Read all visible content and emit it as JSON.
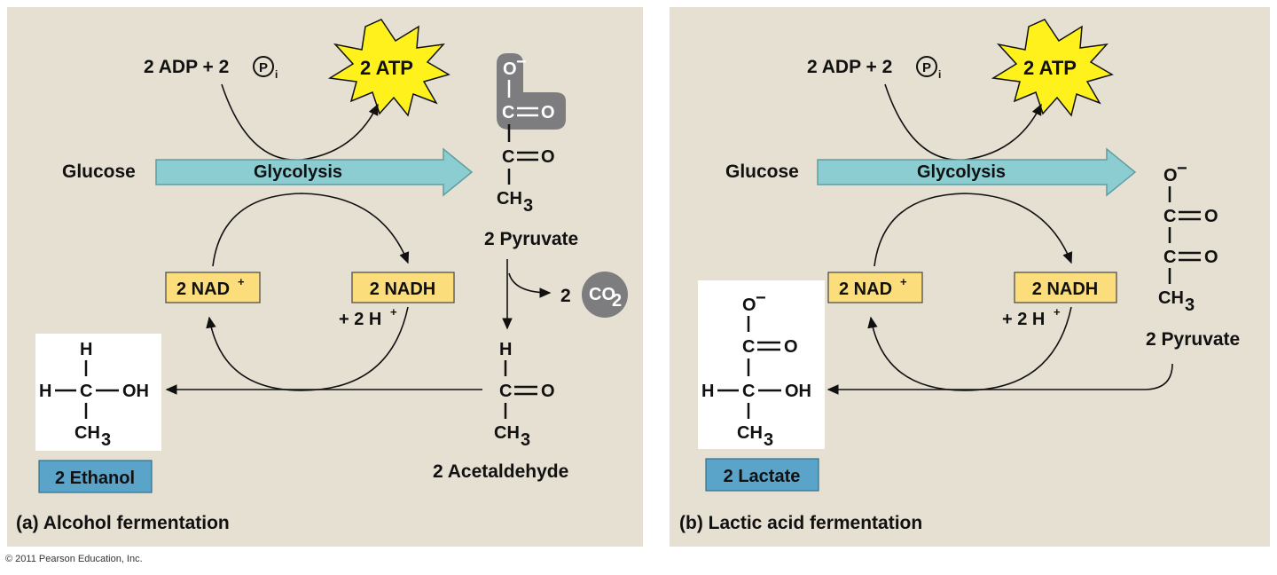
{
  "panel_a": {
    "adp_text": "2 ADP + 2",
    "pi_symbol": "P",
    "pi_subscript": "i",
    "atp": "2 ATP",
    "glucose": "Glucose",
    "glycolysis": "Glycolysis",
    "nad": "2 NAD",
    "nad_charge": "+",
    "nadh": "2 NADH",
    "h_plus": "+ 2 H",
    "h_charge": "+",
    "pyruvate_label": "2 Pyruvate",
    "co2_coef": "2",
    "co2": "CO",
    "co2_sub": "2",
    "acetaldehyde_label": "2 Acetaldehyde",
    "product": "2 Ethanol",
    "caption": "(a) Alcohol fermentation"
  },
  "panel_b": {
    "adp_text": "2 ADP + 2",
    "pi_symbol": "P",
    "pi_subscript": "i",
    "atp": "2 ATP",
    "glucose": "Glucose",
    "glycolysis": "Glycolysis",
    "nad": "2 NAD",
    "nad_charge": "+",
    "nadh": "2 NADH",
    "h_plus": "+ 2 H",
    "h_charge": "+",
    "pyruvate_label": "2 Pyruvate",
    "product": "2 Lactate",
    "caption": "(b) Lactic acid fermentation"
  },
  "atoms": {
    "O_minus": "O",
    "minus": "−",
    "C": "C",
    "O": "O",
    "H": "H",
    "OH": "OH",
    "CH": "CH",
    "sub3": "3"
  },
  "copyright": "© 2011 Pearson Education, Inc.",
  "colors": {
    "panel_bg": "#e6e0d3",
    "glycolysis_arrow": "#8ccdd2",
    "nad_box": "#fbde7b",
    "atp_star": "#fff21c",
    "product_box": "#5aa4c9",
    "gray_highlight": "#7d7d80"
  }
}
